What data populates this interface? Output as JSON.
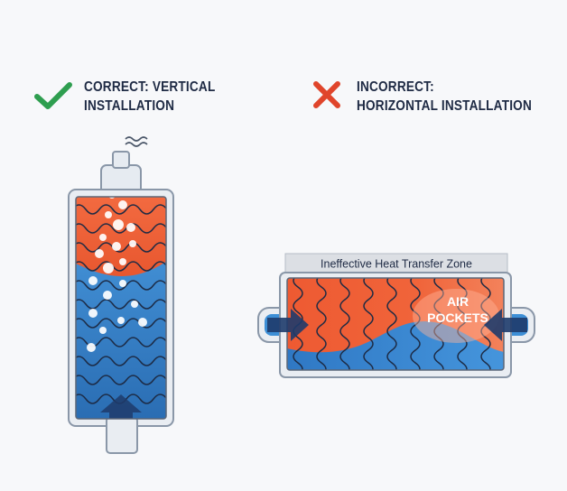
{
  "correct": {
    "line1": "CORRECT: VERTICAL",
    "line2": "INSTALLATION",
    "icon": "check-icon",
    "color": "#2e9e4f"
  },
  "incorrect": {
    "line1": "INCORRECT:",
    "line2": "HORIZONTAL INSTALLATION",
    "icon": "cross-icon",
    "color": "#e0452b"
  },
  "horizontal": {
    "zone_label": "Ineffective Heat Transfer Zone",
    "air_label_1": "AIR",
    "air_label_2": "POCKETS"
  },
  "colors": {
    "hot": "#f0643a",
    "cold": "#3d8fd6",
    "cold_dark": "#2a6db3",
    "outline": "#8a97a8",
    "text": "#1e2a44"
  }
}
